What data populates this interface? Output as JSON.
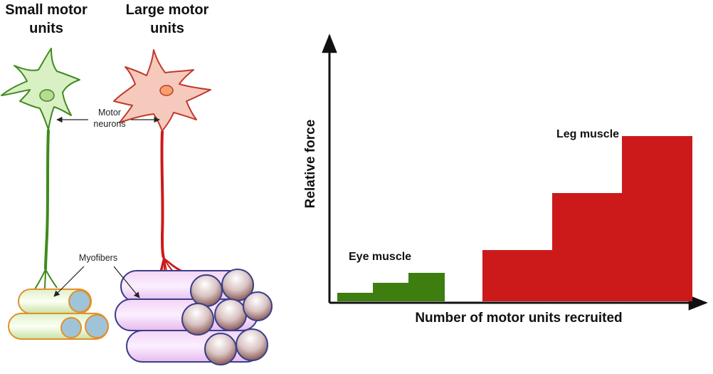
{
  "labels": {
    "small_line1": "Small motor",
    "small_line2": "units",
    "large_line1": "Large motor",
    "large_line2": "units",
    "motor_line1": "Motor",
    "motor_line2": "neurons",
    "myofibers": "Myofibers"
  },
  "colors": {
    "small_neuron_fill": "#d9efc4",
    "small_neuron_stroke": "#3f8a1e",
    "large_neuron_fill": "#f6c9bd",
    "large_neuron_stroke": "#c0392b",
    "small_fiber_stroke": "#e0902a",
    "large_fiber_stroke": "#3a3f8a",
    "eye_bars": "#3e7d10",
    "leg_bars": "#cc1a1a"
  },
  "chart_data": {
    "type": "bar",
    "xlabel": "Number of motor units recruited",
    "ylabel": "Relative force",
    "groups": [
      {
        "label": "Eye muscle",
        "color": "#3e7d10",
        "steps": [
          0.06,
          0.13,
          0.2
        ]
      },
      {
        "label": "Leg muscle",
        "color": "#cc1a1a",
        "steps": [
          0.36,
          0.76,
          1.16
        ]
      }
    ],
    "grid": false,
    "legend": "none"
  }
}
